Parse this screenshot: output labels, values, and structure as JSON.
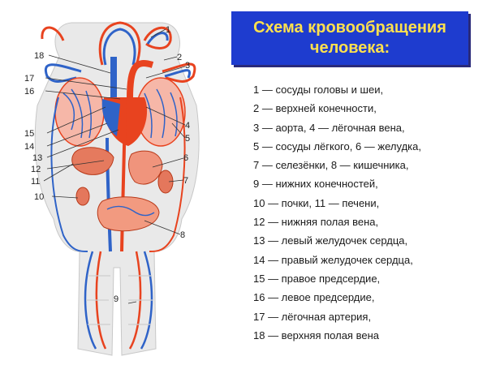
{
  "title": {
    "line1": "Схема кровообращения",
    "line2": "человека:"
  },
  "legend": [
    "1 — сосуды головы и шеи,",
    "2 — верхней конечности,",
    "3 — аорта, 4 — лёгочная вена,",
    "5 — сосуды лёгкого, 6 — желудка,",
    "7 — селезёнки, 8 — кишечника,",
    "9 — нижних конечностей,",
    "10 — почки, 11 — печени,",
    "12 — нижняя полая вена,",
    "13 — левый желудочек сердца,",
    "14 — правый желудочек сердца,",
    "15 — правое предсердие,",
    "16 — левое предсердие,",
    "17 — лёгочная артерия,",
    "18 — верхняя полая вена"
  ],
  "labels": {
    "n1": "1",
    "n2": "2",
    "n3": "3",
    "n4": "4",
    "n5": "5",
    "n6": "6",
    "n7": "7",
    "n8": "8",
    "n9": "9",
    "n10": "10",
    "n11": "11",
    "n12": "12",
    "n13": "13",
    "n14": "14",
    "n15": "15",
    "n16": "16",
    "n17": "17",
    "n18": "18"
  },
  "colors": {
    "title_bg": "#1e3ccf",
    "title_text": "#ffe14d",
    "artery": "#e8431f",
    "vein": "#2f63c8"
  }
}
